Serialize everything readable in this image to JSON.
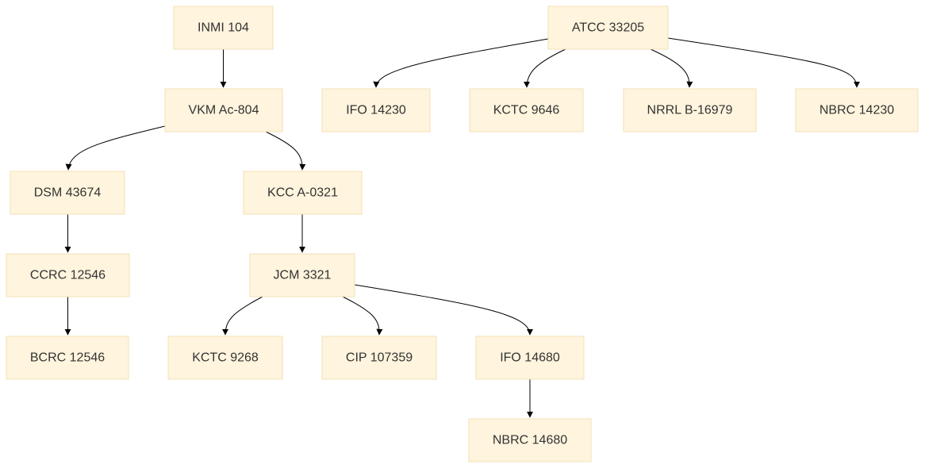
{
  "diagram": {
    "nodes": [
      {
        "id": "n1",
        "label": "INMI 104"
      },
      {
        "id": "n2",
        "label": "VKM Ac-804"
      },
      {
        "id": "n3",
        "label": "DSM 43674"
      },
      {
        "id": "n4",
        "label": "KCC A-0321"
      },
      {
        "id": "n5",
        "label": "CCRC 12546"
      },
      {
        "id": "n6",
        "label": "BCRC 12546"
      },
      {
        "id": "n7",
        "label": "JCM 3321"
      },
      {
        "id": "n8",
        "label": "KCTC 9268"
      },
      {
        "id": "n9",
        "label": "CIP 107359"
      },
      {
        "id": "n10",
        "label": "IFO 14680"
      },
      {
        "id": "n11",
        "label": "NBRC 14680"
      },
      {
        "id": "n12",
        "label": "ATCC 33205"
      },
      {
        "id": "n13",
        "label": "IFO 14230"
      },
      {
        "id": "n14",
        "label": "KCTC 9646"
      },
      {
        "id": "n15",
        "label": "NRRL B-16979"
      },
      {
        "id": "n16",
        "label": "NBRC 14230"
      }
    ],
    "edges": [
      {
        "from": "n1",
        "to": "n2"
      },
      {
        "from": "n2",
        "to": "n3"
      },
      {
        "from": "n2",
        "to": "n4"
      },
      {
        "from": "n3",
        "to": "n5"
      },
      {
        "from": "n5",
        "to": "n6"
      },
      {
        "from": "n4",
        "to": "n7"
      },
      {
        "from": "n7",
        "to": "n8"
      },
      {
        "from": "n7",
        "to": "n9"
      },
      {
        "from": "n7",
        "to": "n10"
      },
      {
        "from": "n10",
        "to": "n11"
      },
      {
        "from": "n12",
        "to": "n13"
      },
      {
        "from": "n12",
        "to": "n14"
      },
      {
        "from": "n12",
        "to": "n15"
      },
      {
        "from": "n12",
        "to": "n16"
      }
    ],
    "colors": {
      "node_fill": "#fff4dd",
      "node_stroke": "#f3e1b4",
      "text": "#333333",
      "edge": "#000000"
    }
  }
}
